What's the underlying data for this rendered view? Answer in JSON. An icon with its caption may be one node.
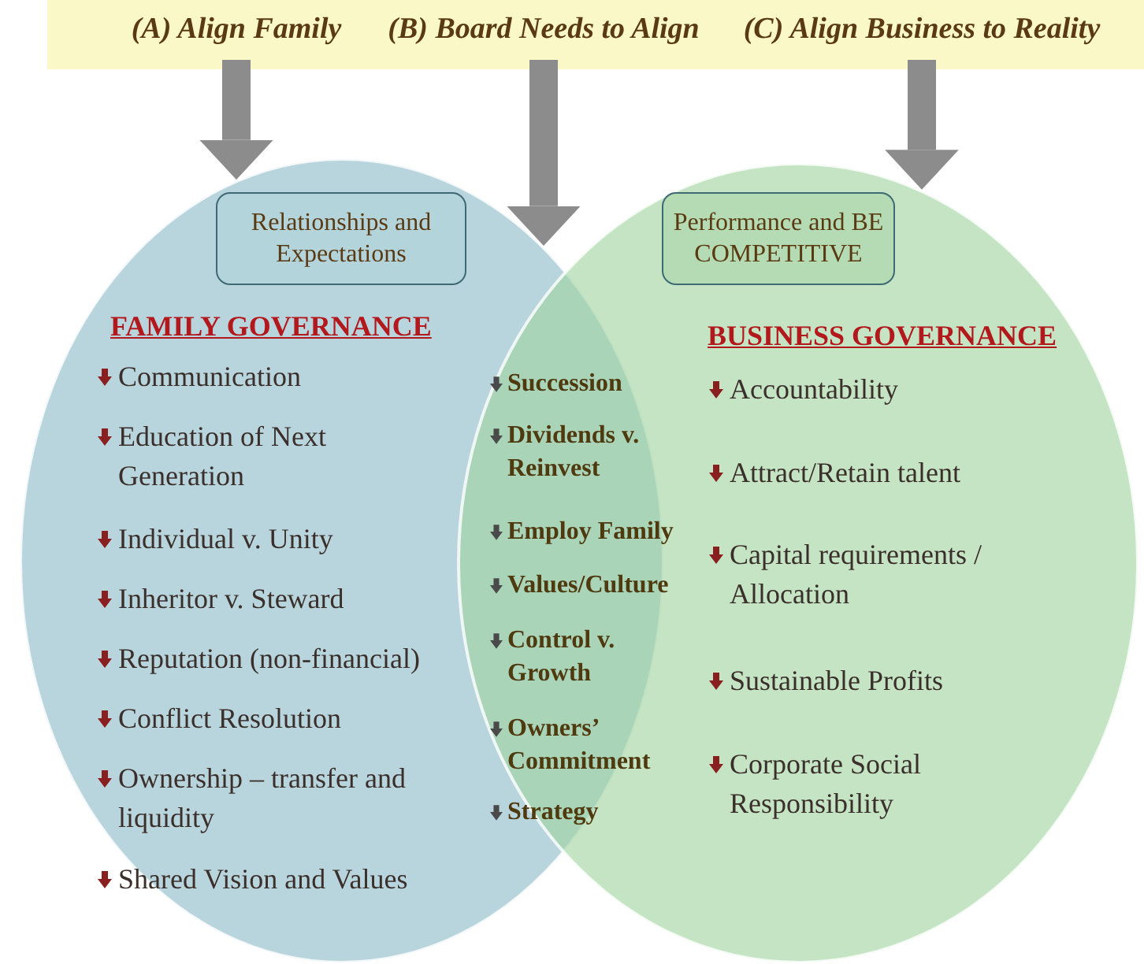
{
  "diagram": {
    "nodes": [
      {
        "text": [],
        "shape": "bar"
      },
      {
        "text": [
          "(A) Align Family"
        ],
        "in": 0
      },
      {
        "text": [
          "(B) Board Needs to Align"
        ],
        "in": 0
      },
      {
        "text": [
          "(C) Align Business to Reality"
        ],
        "in": 0
      },
      {
        "text": [
          "FAMILY GOVERNANCE",
          "Communication",
          "Education of Next Generation",
          "Individual v. Unity",
          "Inheritor v. Steward",
          "Reputation (non-financial)",
          "Conflict Resolution",
          "Ownership – transfer and liquidity",
          "Shared Vision and Values"
        ]
      },
      {
        "text": [
          "Relationships and Expectations"
        ],
        "in": 4
      },
      {
        "text": [
          "BUSINESS GOVERNANCE",
          "Accountability",
          "Attract/Retain talent",
          "Capital requirements / Allocation",
          "Sustainable Profits",
          "Corporate Social Responsibility"
        ]
      },
      {
        "text": [
          "Performance and BE COMPETITIVE"
        ],
        "in": 6
      }
    ],
    "edges": [
      {
        "from": 1,
        "to": 4,
        "arrow": "to"
      },
      {
        "from": 2,
        "to": 4,
        "arrow": "to"
      },
      {
        "from": 3,
        "to": 6,
        "arrow": "to"
      }
    ],
    "labels": [
      "Succession",
      "Dividends v. Reinvest",
      "Employ Family",
      "Values/Culture",
      "Control v. Growth",
      "Owners’ Commitment",
      "Strategy"
    ]
  }
}
